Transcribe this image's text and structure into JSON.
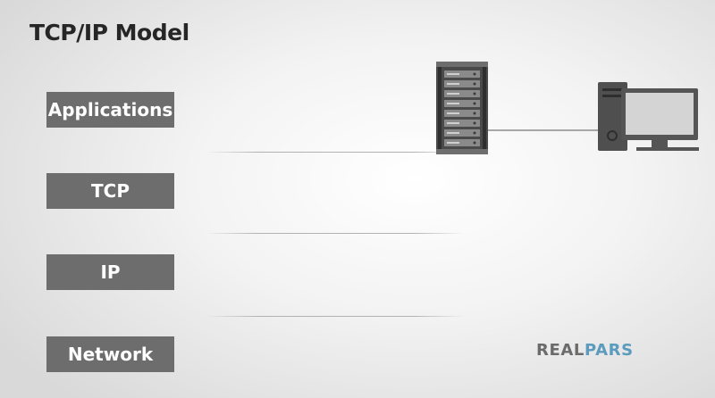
{
  "title": "TCP/IP Model",
  "layers": [
    {
      "label": "Applications"
    },
    {
      "label": "TCP"
    },
    {
      "label": "IP"
    },
    {
      "label": "Network"
    }
  ],
  "logo": {
    "part1": "REAL",
    "part2": "PARS"
  },
  "icons": {
    "server": "server-rack-icon",
    "computer": "desktop-computer-icon"
  },
  "colors": {
    "layer_box": "#6d6d6d",
    "logo_accent": "#5b9bbd",
    "title": "#262626"
  }
}
